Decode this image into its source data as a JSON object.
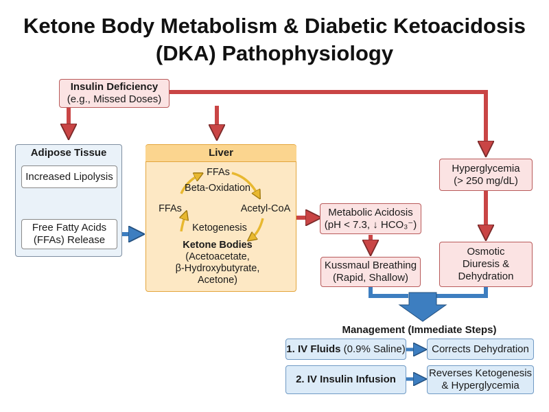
{
  "title": {
    "line1": "Ketone Body Metabolism & Diabetic Ketoacidosis",
    "line2": "(DKA) Pathophysiology"
  },
  "insulin": {
    "line1": "Insulin Deficiency",
    "line2": "(e.g., Missed Doses)"
  },
  "adipose": {
    "header": "Adipose Tissue",
    "lipolysis": "Increased Lipolysis",
    "ffa_line1": "Free Fatty Acids",
    "ffa_line2": "(FFAs) Release"
  },
  "liver": {
    "header": "Liver",
    "ffas_top": "FFAs",
    "beta_oxidation": "Beta-Oxidation",
    "ffas_left": "FFAs",
    "acetyl_coa": "Acetyl-CoA",
    "ketogenesis": "Ketogenesis",
    "ketone_title": "Ketone Bodies",
    "ketone_line1": "(Acetoacetate,",
    "ketone_line2": "β-Hydroxybutyrate,",
    "ketone_line3": "Acetone)"
  },
  "acidosis": {
    "line1": "Metabolic Acidosis",
    "line2": "(pH < 7.3, ↓ HCO₃⁻)"
  },
  "kussmaul": {
    "line1": "Kussmaul Breathing",
    "line2": "(Rapid, Shallow)"
  },
  "hyperglycemia": {
    "line1": "Hyperglycemia",
    "line2": "(> 250 mg/dL)"
  },
  "osmotic": {
    "line1": "Osmotic",
    "line2": "Diuresis &",
    "line3": "Dehydration"
  },
  "management": {
    "title": "Management (Immediate Steps)",
    "step1_bold": "1. IV Fluids",
    "step1_rest": " (0.9% Saline)",
    "result1": "Corrects Dehydration",
    "step2_bold": "2. IV Insulin Infusion",
    "result2_line1": "Reverses Ketogenesis",
    "result2_line2": "& Hyperglycemia"
  },
  "colors": {
    "red_arrow": "#c94545",
    "blue_arrow": "#3d7ec0",
    "cycle_arrow": "#e8b830",
    "pink_fill": "#fbe3e3",
    "liver_fill": "#fde8c4",
    "management_fill": "#dcebf8"
  }
}
